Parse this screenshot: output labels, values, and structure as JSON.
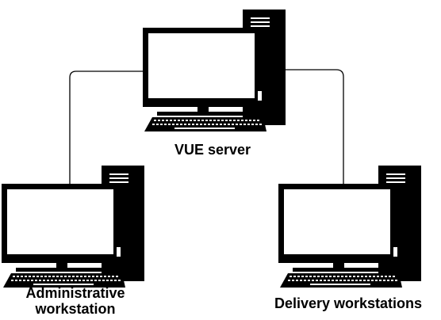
{
  "nodes": [
    {
      "id": "server",
      "label": "VUE server"
    },
    {
      "id": "admin",
      "label_line1": "Administrative",
      "label_line2": "workstation"
    },
    {
      "id": "delivery",
      "label": "Delivery workstations"
    }
  ],
  "connections": [
    {
      "from": "server",
      "to": "admin"
    },
    {
      "from": "server",
      "to": "delivery"
    }
  ],
  "colors": {
    "line": "#000000",
    "screen": "#ffffff",
    "device": "#000000"
  }
}
